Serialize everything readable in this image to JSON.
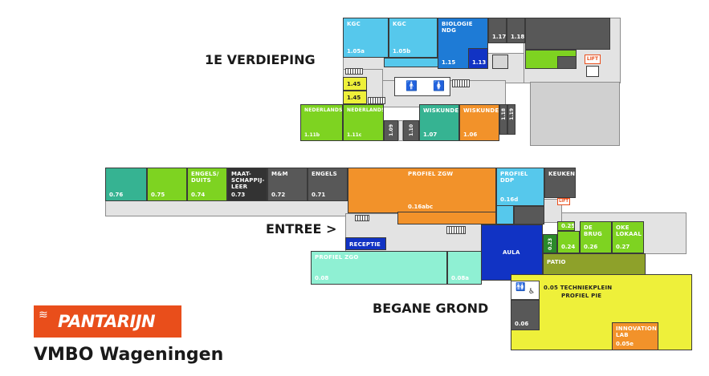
{
  "headings": {
    "upper_floor": "1E VERDIEPING",
    "ground_floor": "BEGANE GROND",
    "entrance": "ENTREE >"
  },
  "brand": {
    "logo": "PANTARIJN",
    "school": "VMBO Wageningen"
  },
  "colors": {
    "light_blue": "#56c8ec",
    "blue": "#1e7bd6",
    "dark_blue": "#1133c4",
    "green": "#7ed321",
    "teal": "#36b392",
    "mint": "#8ff0d3",
    "orange": "#f2922a",
    "dark_grey": "#585858",
    "olive": "#8ea12a",
    "yellow": "#eef03a",
    "yellow_green": "#cfe52f",
    "corridor": "#e3e3e3",
    "brand_orange": "#e94e1b"
  },
  "upper": {
    "kgc_a": {
      "label": "KGC",
      "num": "1.05a"
    },
    "kgc_b": {
      "label": "KGC",
      "num": "1.05b"
    },
    "biologie": {
      "label": "BIOLOGIE NDG",
      "num": "1.15"
    },
    "r113": {
      "num": "1.13"
    },
    "r117": {
      "num": "1.17"
    },
    "r118": {
      "num": "1.18"
    },
    "lift": "LIFT",
    "r145a": {
      "num": "1.45"
    },
    "r145b": {
      "num": "1.45"
    },
    "ned_a": {
      "label": "NEDERLANDS",
      "num": "1.11b"
    },
    "ned_b": {
      "label": "NEDERLANDS",
      "num": "1.11c"
    },
    "r109": {
      "num": "1.09"
    },
    "r110": {
      "num": "1.10"
    },
    "wisk_a": {
      "label": "WISKUNDE",
      "num": "1.07"
    },
    "wisk_b": {
      "label": "WISKUNDE",
      "num": "1.06"
    },
    "r118b": {
      "num": "1.18"
    },
    "r119": {
      "num": "1.19"
    }
  },
  "ground": {
    "r076": {
      "num": "0.76"
    },
    "r075": {
      "num": "0.75"
    },
    "engels_duits": {
      "label": "ENGELS/ DUITS",
      "num": "0.74"
    },
    "maatschappij": {
      "label": "MAAT-SCHAPPIJ-LEER",
      "num": "0.73"
    },
    "mgm": {
      "label": "M&M",
      "num": "0.72"
    },
    "engels": {
      "label": "ENGELS",
      "num": "0.71"
    },
    "zgw": {
      "label": "PROFIEL ZGW",
      "num": "0.16abc"
    },
    "ddp": {
      "label": "PROFIEL DDP",
      "num": "0.16d"
    },
    "keuken": {
      "label": "KEUKEN"
    },
    "lift": "LIFT",
    "receptie": {
      "label": "RECEPTIE"
    },
    "zgo_a": {
      "label": "PROFIEL ZGO",
      "num": "0.08"
    },
    "zgo_b": {
      "num": "0.08a"
    },
    "aula": {
      "label": "AULA"
    },
    "r023": {
      "num": "0.23"
    },
    "r025": {
      "num": "0.25"
    },
    "r024": {
      "num": "0.24"
    },
    "brug": {
      "label": "DE BRUG",
      "num": "0.26"
    },
    "oke": {
      "label": "OKE LOKAAL",
      "num": "0.27"
    },
    "patio": {
      "label": "PATIO"
    },
    "techniek": {
      "label_1": "0.05 TECHNIEKPLEIN",
      "label_2": "PROFIEL PIE"
    },
    "r006": {
      "num": "0.06"
    },
    "innovation": {
      "label": "INNOVATION LAB",
      "num": "0.05e"
    }
  }
}
